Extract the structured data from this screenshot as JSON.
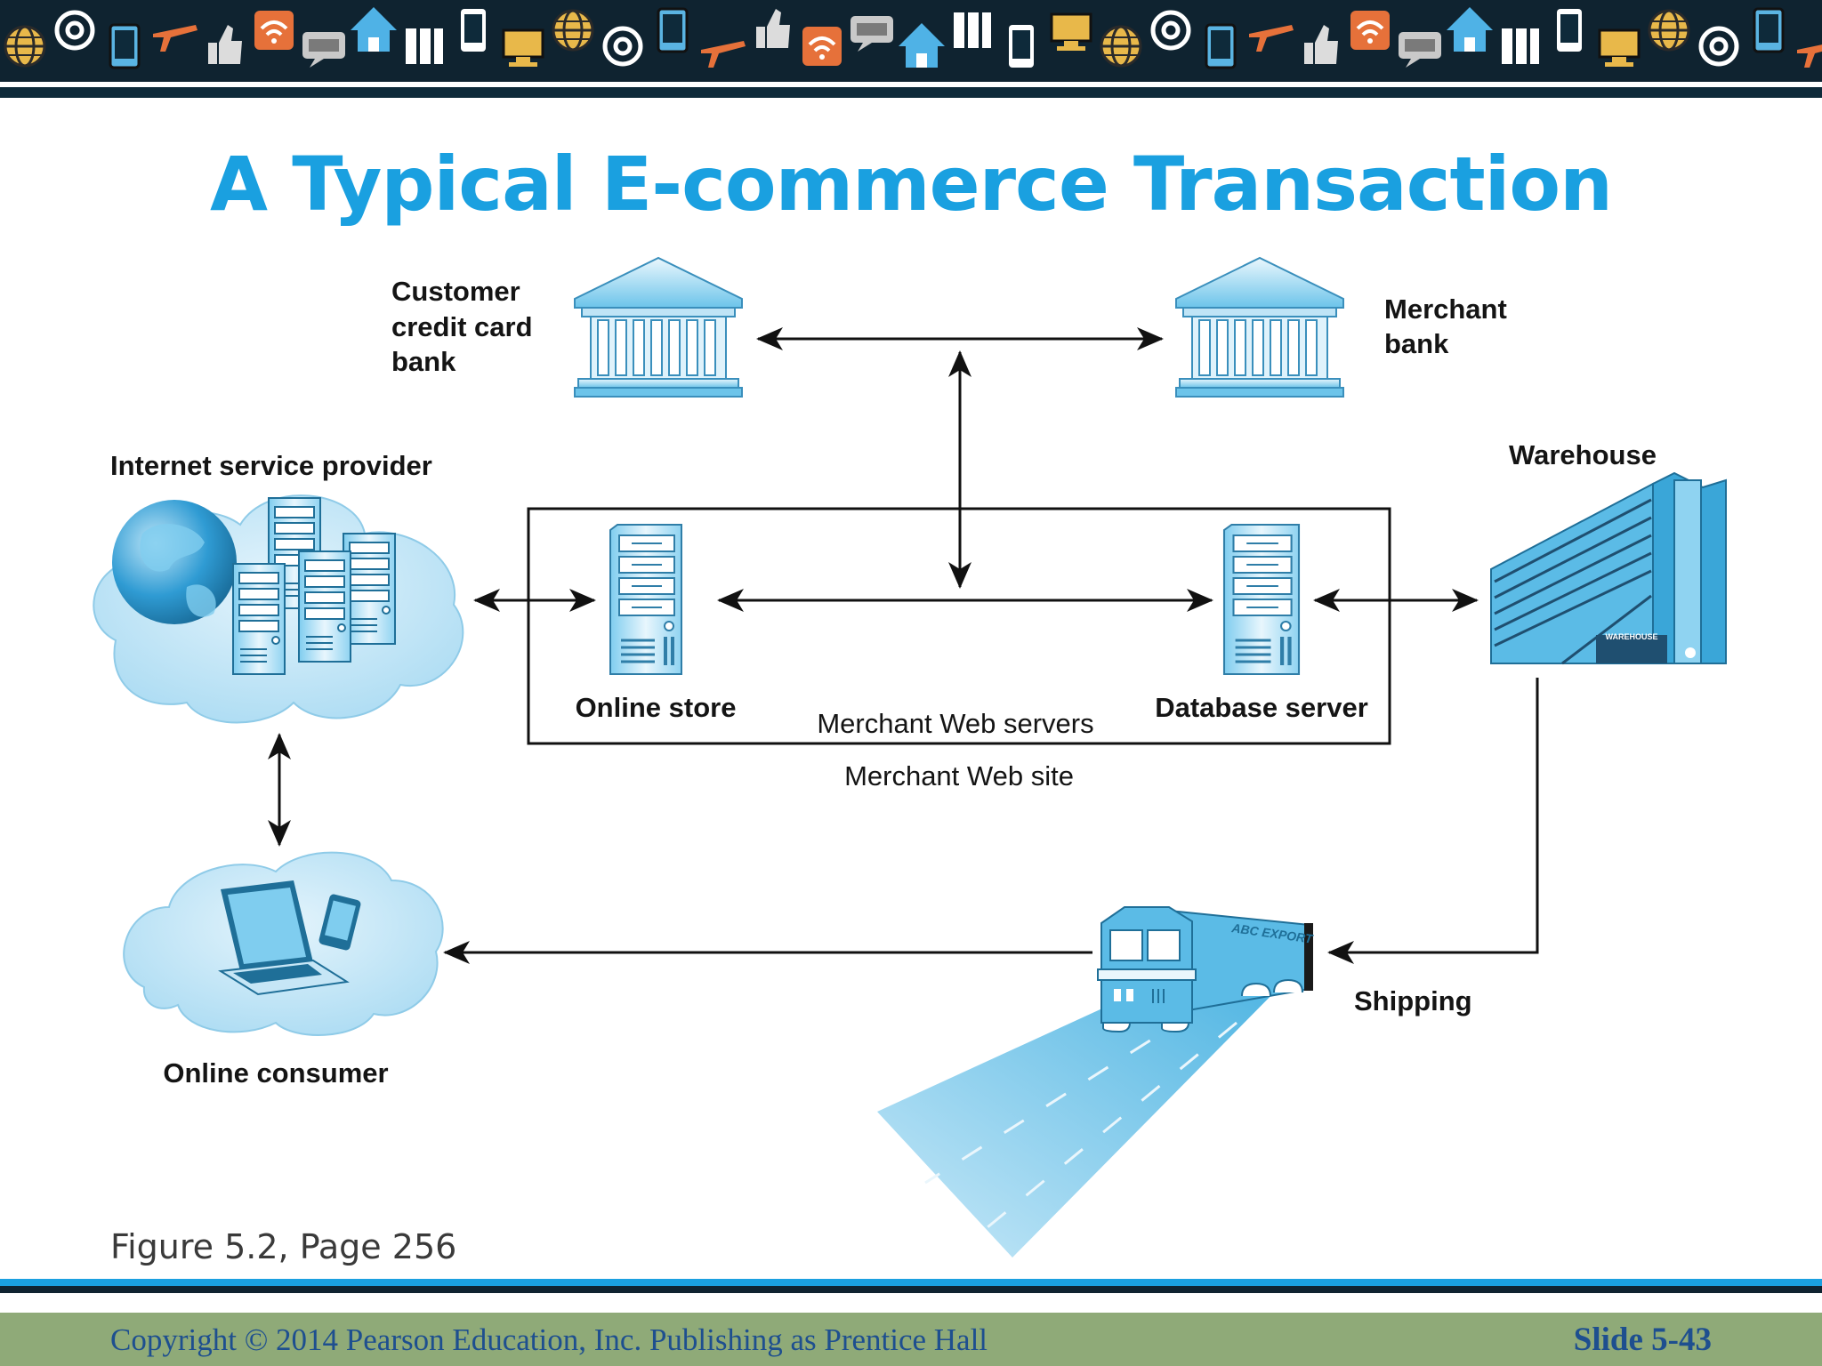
{
  "slide": {
    "title": "A Typical E-commerce Transaction",
    "figure_caption": "Figure 5.2, Page 256",
    "copyright": "Copyright © 2014 Pearson Education, Inc. Publishing as Prentice Hall",
    "slide_number": "Slide 5-43"
  },
  "diagram": {
    "customer_bank": {
      "line1": "Customer",
      "line2": "credit card",
      "line3": "bank"
    },
    "merchant_bank": {
      "line1": "Merchant",
      "line2": "bank"
    },
    "isp": "Internet service provider",
    "warehouse": "Warehouse",
    "warehouse_sign": "WAREHOUSE",
    "online_store": "Online store",
    "database_server": "Database server",
    "merchant_web_servers": "Merchant Web servers",
    "merchant_web_site": "Merchant Web site",
    "online_consumer": "Online consumer",
    "shipping": "Shipping",
    "truck_text": "ABC EXPORT"
  },
  "colors": {
    "title": "#1aa0e0",
    "illustration_light": "#c6e6f6",
    "illustration_mid": "#5bbbe6",
    "illustration_dark": "#1f6f98",
    "footer_bar": "#8faa78",
    "footer_text": "#1e4f8f"
  },
  "banner_icons": [
    "globe-icon",
    "at-sign-icon",
    "tablet-icon",
    "airplane-icon",
    "thumbs-up-icon",
    "wifi-icon",
    "sms-icon",
    "house-icon",
    "phone-icon",
    "computer-icon"
  ]
}
